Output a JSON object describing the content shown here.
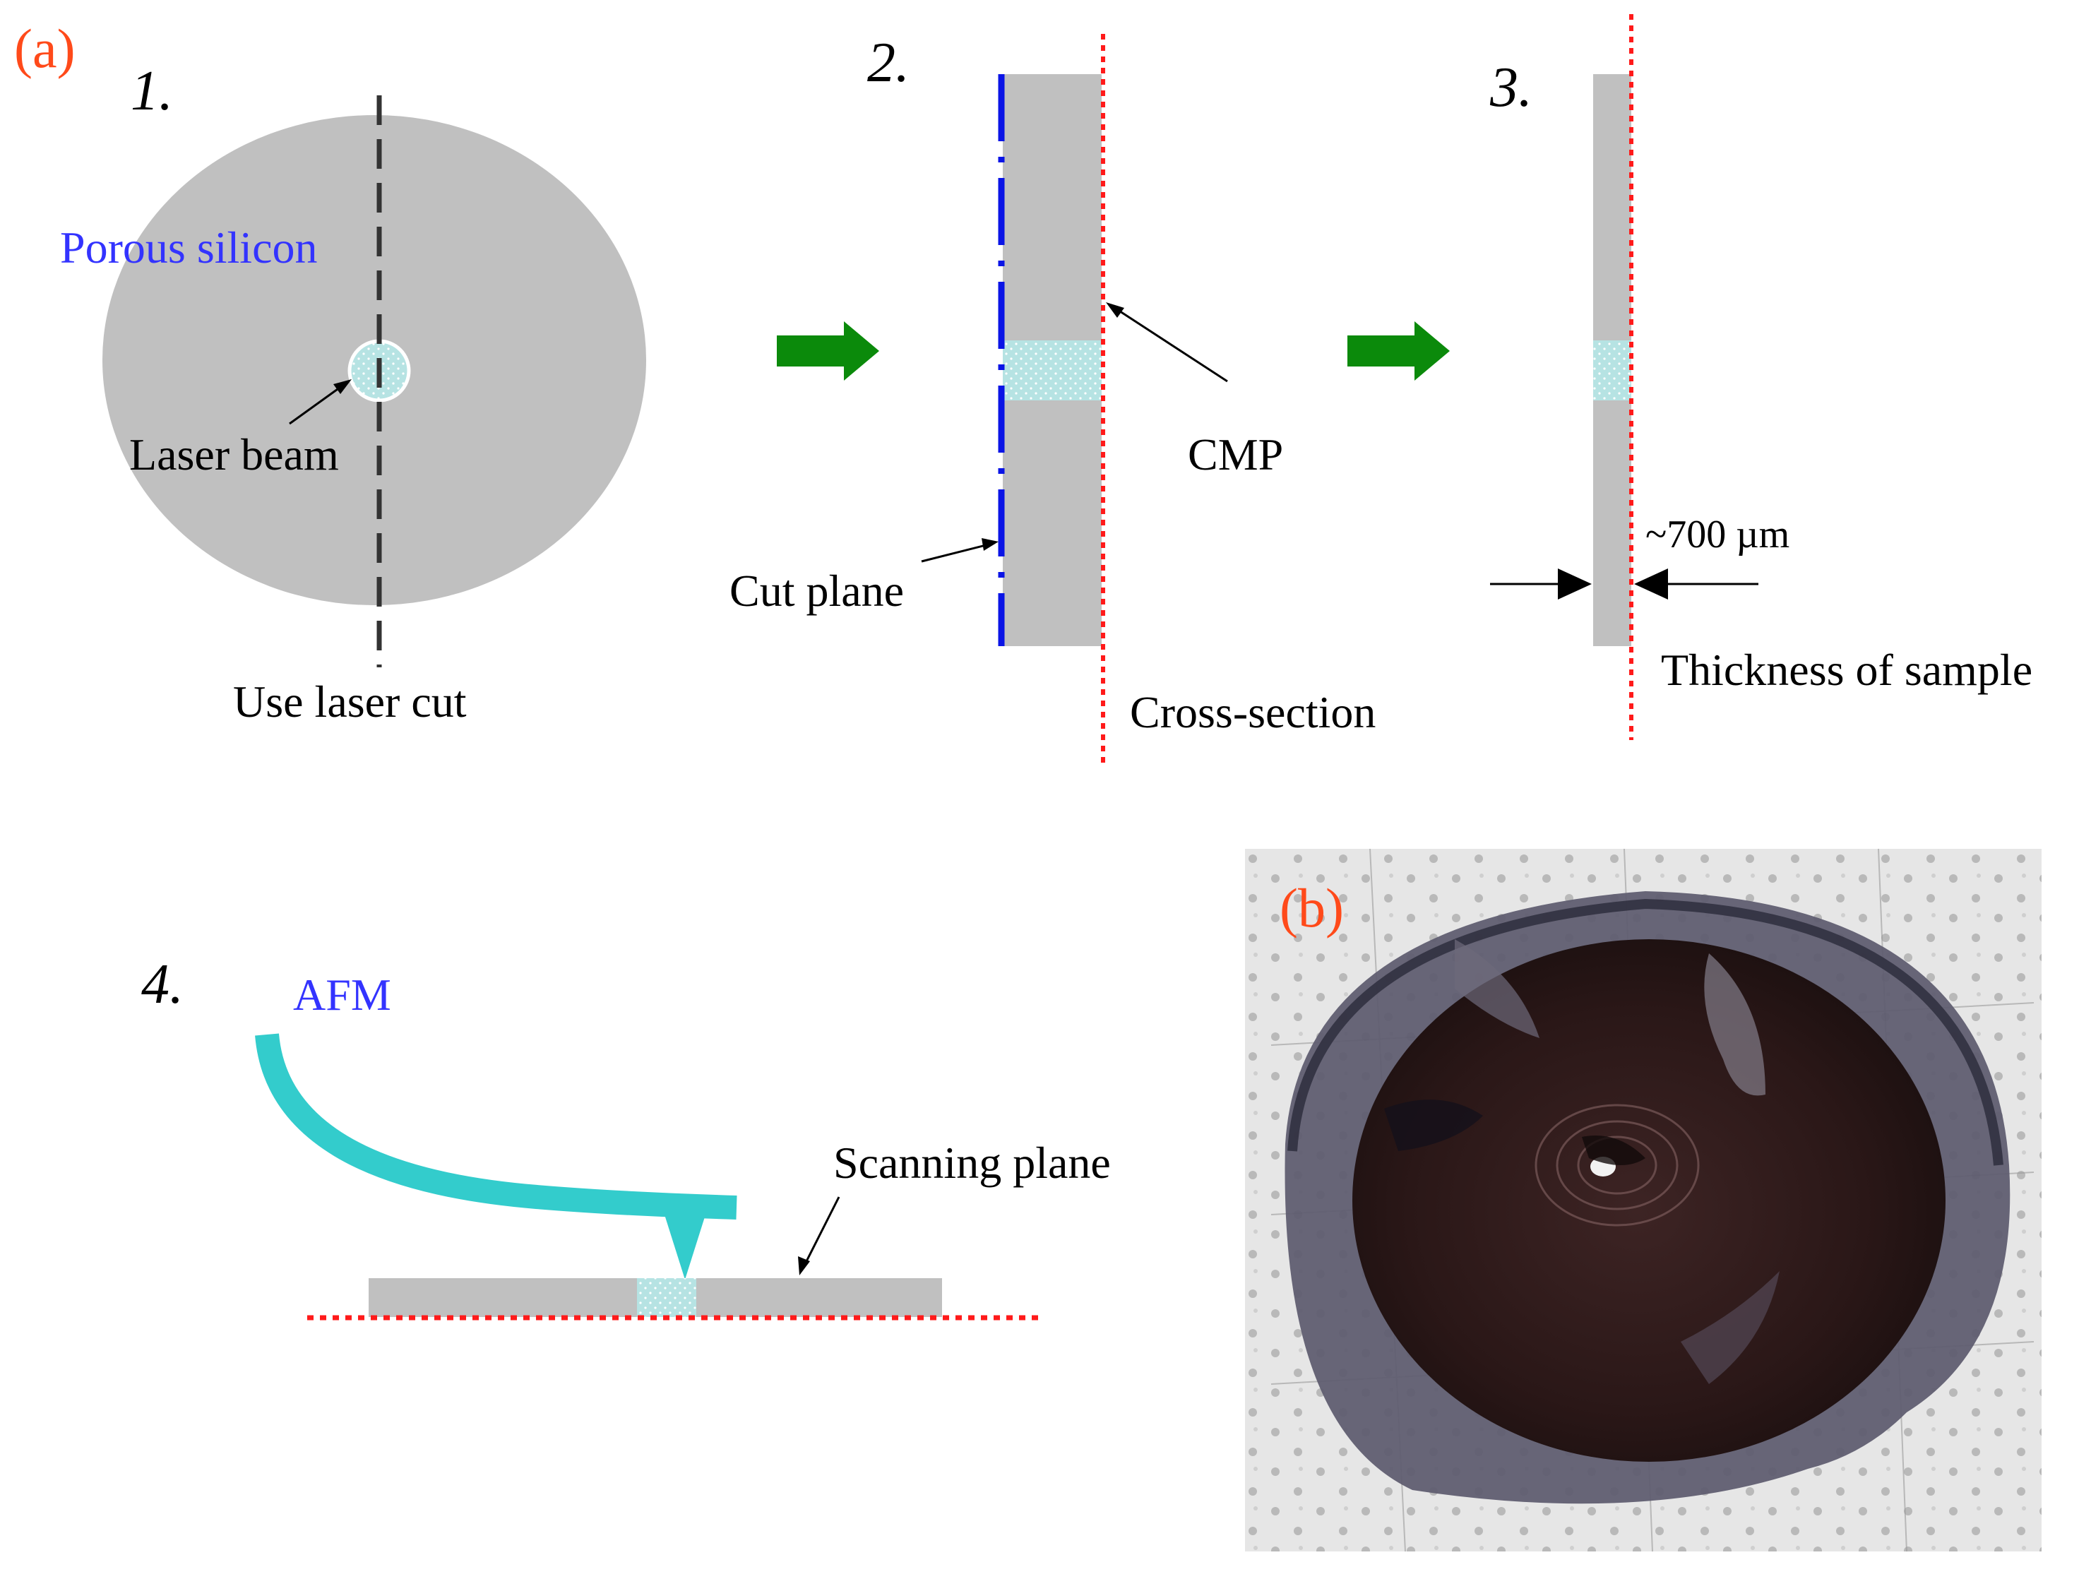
{
  "panel_a": {
    "tag": "(a)",
    "tag_color": "#ff4a1a",
    "steps": {
      "s1": "1.",
      "s2": "2.",
      "s3": "3.",
      "s4": "4."
    },
    "labels": {
      "porous_silicon": "Porous silicon",
      "laser_beam": "Laser beam",
      "use_laser_cut": "Use laser cut",
      "cut_plane": "Cut plane",
      "cmp": "CMP",
      "cross_section": "Cross-section",
      "thickness_value": "~700 µm",
      "thickness_of_sample": "Thickness of sample",
      "afm": "AFM",
      "scanning_plane": "Scanning plane"
    }
  },
  "panel_b": {
    "tag": "(b)",
    "tag_color": "#ff4a1a"
  },
  "colors": {
    "wafer_gray": "#c0c0c0",
    "porous_region": "#b6e3e3",
    "label_blue": "#3333ff",
    "cut_plane_blue": "#0a14e6",
    "cross_section_red": "#ff1a1a",
    "arrow_green": "#0b8a0b",
    "afm_teal": "#33cccc"
  }
}
